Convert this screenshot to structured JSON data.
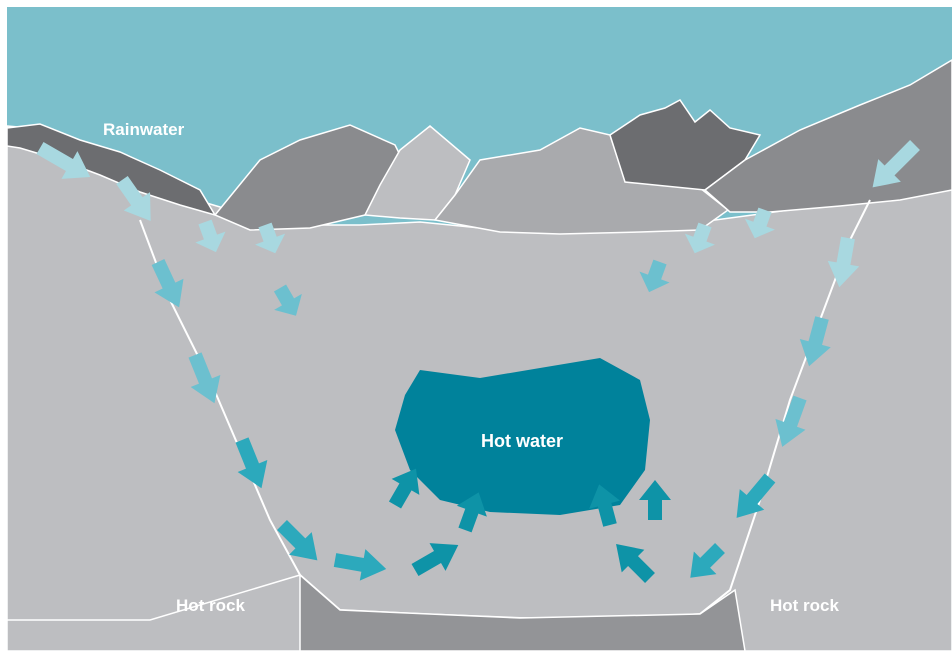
{
  "labels": {
    "rainwater": "Rainwater",
    "hot_water": "Hot water",
    "hot_rock_left": "Hot rock",
    "hot_rock_right": "Hot rock"
  },
  "colors": {
    "sky_water": "#7BBFCB",
    "rock_light": "#BDBEC1",
    "rock_mid": "#A9AAAD",
    "rock_dark": "#8A8B8E",
    "rock_darkest": "#6C6D70",
    "bedrock": "#939497",
    "hot_water": "#00829B",
    "arrow_pale": "#A8D8E0",
    "arrow_mid": "#6CC0CF",
    "arrow_teal": "#2CA9BC",
    "arrow_deep": "#0E93A7"
  }
}
